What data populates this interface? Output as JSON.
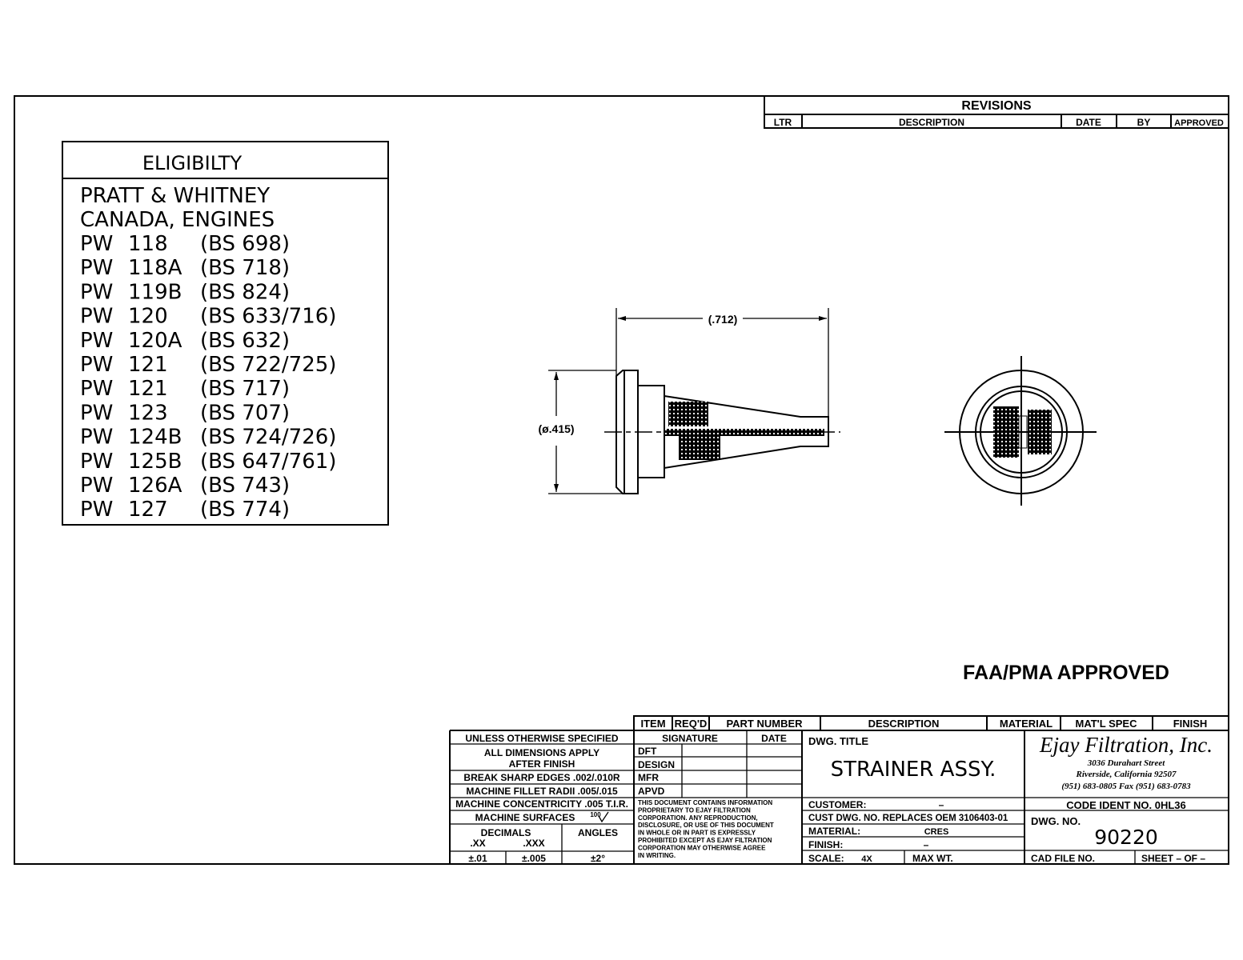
{
  "revisions": {
    "title": "REVISIONS",
    "columns": [
      "LTR",
      "DESCRIPTION",
      "DATE",
      "BY",
      "APPROVED"
    ]
  },
  "eligibility": {
    "title": "ELIGIBILTY",
    "header_lines": [
      "PRATT & WHITNEY",
      "CANADA, ENGINES"
    ],
    "rows": [
      {
        "prefix": "PW",
        "model": "118",
        "bs": "(BS 698)"
      },
      {
        "prefix": "PW",
        "model": "118A",
        "bs": "(BS 718)"
      },
      {
        "prefix": "PW",
        "model": "119B",
        "bs": "(BS 824)"
      },
      {
        "prefix": "PW",
        "model": "120",
        "bs": "(BS 633/716)"
      },
      {
        "prefix": "PW",
        "model": "120A",
        "bs": "(BS 632)"
      },
      {
        "prefix": "PW",
        "model": "121",
        "bs": "(BS 722/725)"
      },
      {
        "prefix": "PW",
        "model": "121",
        "bs": "(BS 717)"
      },
      {
        "prefix": "PW",
        "model": "123",
        "bs": "(BS 707)"
      },
      {
        "prefix": "PW",
        "model": "124B",
        "bs": "(BS 724/726)"
      },
      {
        "prefix": "PW",
        "model": "125B",
        "bs": "(BS 647/761)"
      },
      {
        "prefix": "PW",
        "model": "126A",
        "bs": "(BS 743)"
      },
      {
        "prefix": "PW",
        "model": "127",
        "bs": "(BS 774)"
      }
    ]
  },
  "drawing": {
    "length_dim": "(.712)",
    "diameter_dim": "(ø.415)"
  },
  "approval": "FAA/PMA APPROVED",
  "parts_list": {
    "columns": [
      "ITEM",
      "REQ'D",
      "PART NUMBER",
      "DESCRIPTION",
      "MATERIAL",
      "MAT'L SPEC",
      "FINISH"
    ]
  },
  "tolerances": {
    "unless": "UNLESS OTHERWISE SPECIFIED",
    "all_dims_1": "ALL DIMENSIONS APPLY",
    "all_dims_2": "AFTER FINISH",
    "break_edges": "BREAK SHARP EDGES .002/.010R",
    "fillet": "MACHINE FILLET RADII .005/.015",
    "concentricity": "MACHINE CONCENTRICITY .005 T.I.R.",
    "surfaces": "MACHINE SURFACES",
    "surface_finish": "100",
    "decimals": "DECIMALS",
    "xx": ".XX",
    "xxx": ".XXX",
    "angles": "ANGLES",
    "tol_xx": "±.01",
    "tol_xxx": "±.005",
    "tol_angle": "±2°"
  },
  "signatures": {
    "signature": "SIGNATURE",
    "date": "DATE",
    "rows": [
      "DFT",
      "DESIGN",
      "MFR",
      "APVD"
    ],
    "notice": [
      "THIS DOCUMENT CONTAINS INFORMATION",
      "PROPRIETARY TO EJAY FILTRATION",
      "CORPORATION. ANY REPRODUCTION,",
      "DISCLOSURE, OR USE OF THIS DOCUMENT",
      "IN WHOLE OR IN PART IS EXPRESSLY",
      "PROHIBITED EXCEPT AS EJAY FILTRATION",
      "CORPORATION MAY OTHERWISE AGREE",
      "IN WRITING."
    ]
  },
  "title_block": {
    "dwg_title_label": "DWG. TITLE",
    "dwg_title": "STRAINER ASSY.",
    "customer_label": "CUSTOMER:",
    "customer": "–",
    "cust_dwg": "CUST DWG. NO. REPLACES OEM 3106403-01",
    "material_label": "MATERIAL:",
    "material": "CRES",
    "finish_label": "FINISH:",
    "finish": "–",
    "scale_label": "SCALE:",
    "scale": "4X",
    "max_wt": "MAX WT.",
    "company": "Ejay Filtration, Inc.",
    "address1": "3036 Durahart Street",
    "address2": "Riverside, California 92507",
    "phone": "(951) 683-0805  Fax (951) 683-0783",
    "code_ident": "CODE IDENT NO. 0HL36",
    "dwg_no_label": "DWG. NO.",
    "dwg_no": "90220",
    "cad_file": "CAD FILE NO.",
    "sheet": "SHEET – OF –"
  }
}
